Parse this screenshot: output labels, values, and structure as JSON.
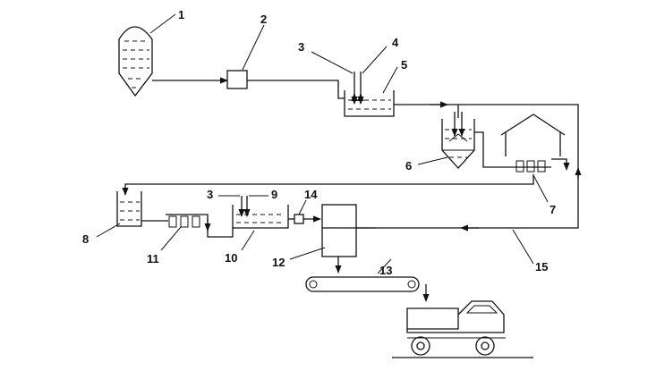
{
  "labels": {
    "n1": "1",
    "n2": "2",
    "n3a": "3",
    "n4": "4",
    "n5": "5",
    "n6": "6",
    "n7": "7",
    "n8": "8",
    "n3b": "3",
    "n9": "9",
    "n14": "14",
    "n10": "10",
    "n11": "11",
    "n12": "12",
    "n13": "13",
    "n15": "15"
  }
}
